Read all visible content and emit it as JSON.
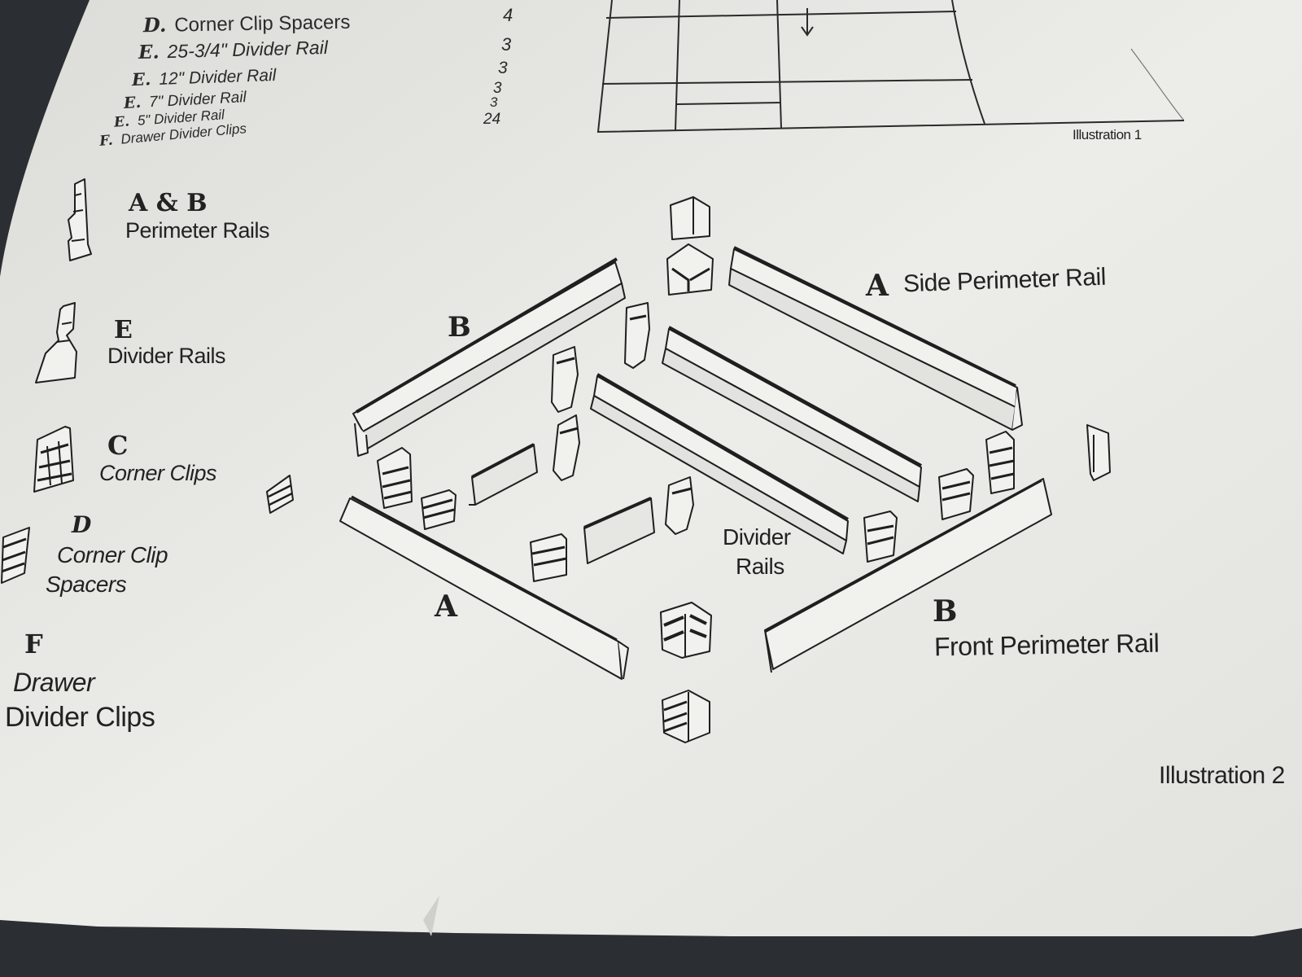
{
  "parts_list": [
    {
      "letter": "D.",
      "name": "Corner Clip Spacers",
      "qty": "4"
    },
    {
      "letter": "E.",
      "name": "25-3/4\" Divider Rail",
      "qty": "3"
    },
    {
      "letter": "E.",
      "name": "12\" Divider Rail",
      "qty": "3"
    },
    {
      "letter": "E.",
      "name": "7\" Divider Rail",
      "qty": "3"
    },
    {
      "letter": "E.",
      "name": "5\" Divider Rail",
      "qty": "3"
    },
    {
      "letter": "F.",
      "name": "Drawer Divider Clips",
      "qty": "24"
    }
  ],
  "illustration1": {
    "caption": "Illustration 1"
  },
  "legend": {
    "ab": {
      "letter": "A & B",
      "name": "Perimeter Rails"
    },
    "e": {
      "letter": "E",
      "name": "Divider Rails"
    },
    "c": {
      "letter": "C",
      "name": "Corner Clips"
    },
    "d": {
      "letter": "D",
      "name_line1": "Corner Clip",
      "name_line2": "Spacers"
    },
    "f": {
      "letter": "F",
      "name_line1": "Drawer",
      "name_line2": "Divider Clips"
    }
  },
  "diagram_labels": {
    "side_rail_letter": "A",
    "side_rail_name": "Side Perimeter Rail",
    "back_rail_letter": "B",
    "left_rail_letter": "A",
    "front_rail_letter": "B",
    "front_rail_name": "Front Perimeter Rail",
    "divider_line1": "Divider",
    "divider_line2": "Rails"
  },
  "illustration2": {
    "caption": "Illustration 2"
  },
  "colors": {
    "paper": "#e9e9e5",
    "ink": "#1f1f1f",
    "background": "#2b2f33"
  }
}
